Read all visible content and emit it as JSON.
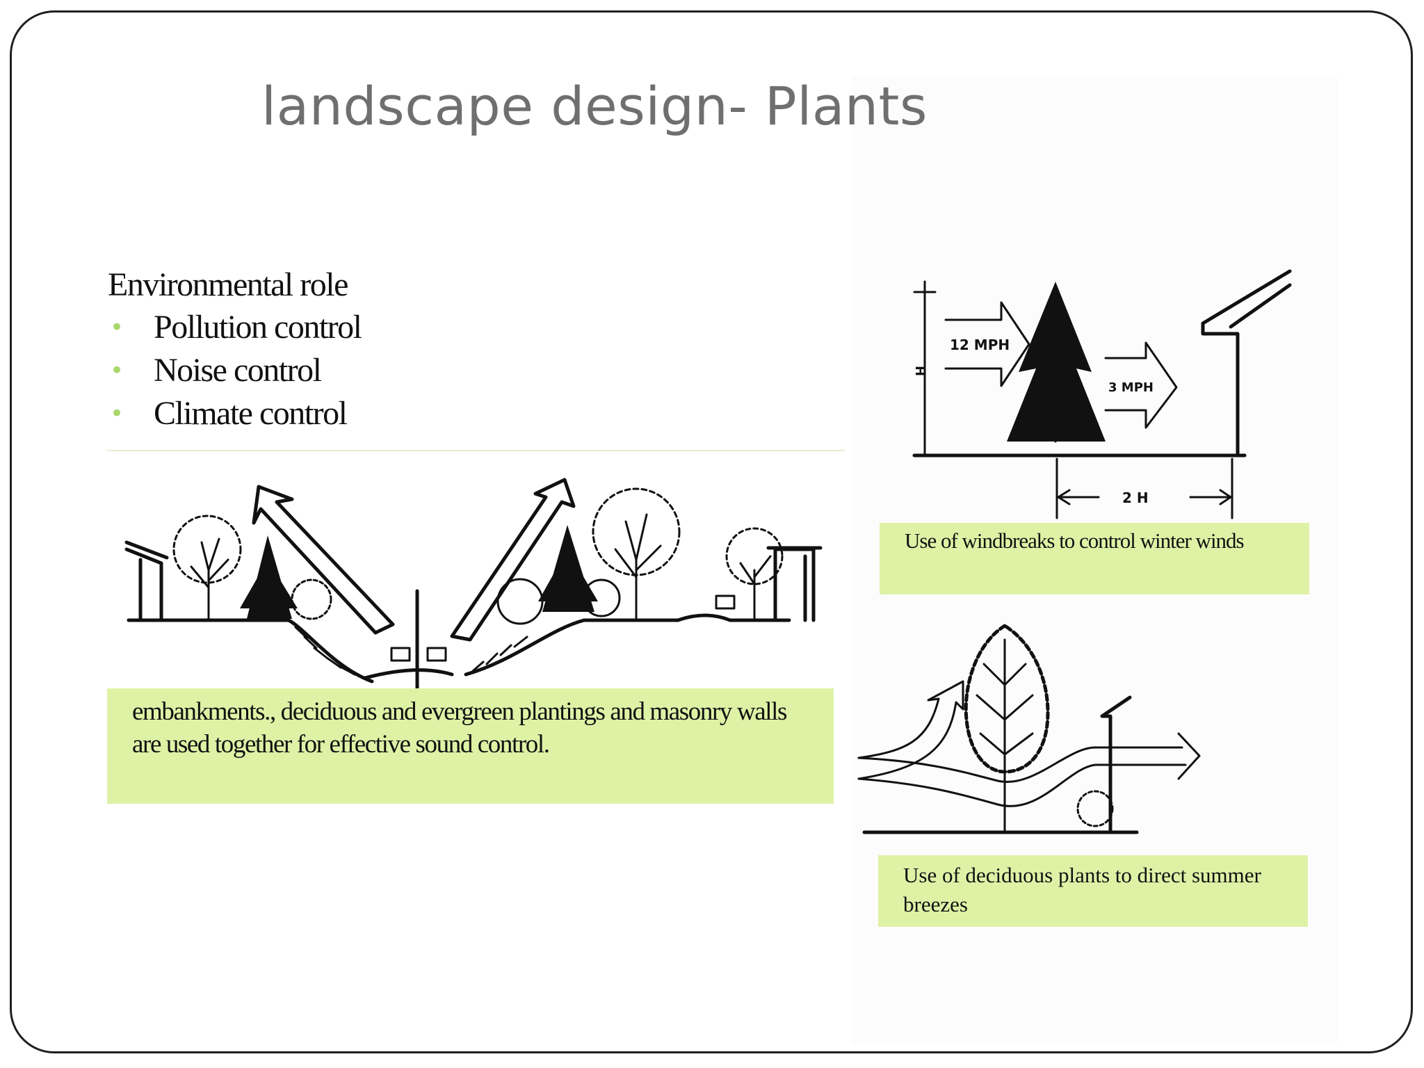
{
  "slide": {
    "title": "landscape design- Plants"
  },
  "environmental": {
    "heading": "Environmental role",
    "items": [
      {
        "label": "Pollution control"
      },
      {
        "label": "Noise control"
      },
      {
        "label": "Climate control"
      }
    ]
  },
  "captions": {
    "sound_control": "embankments., deciduous and evergreen plantings and masonry walls are used together for effective sound control.",
    "windbreaks": "Use of windbreaks to control winter winds",
    "summer_breezes": "Use of deciduous plants to direct summer breezes"
  },
  "windbreak_figure": {
    "upwind_speed": "12 MPH",
    "downwind_speed": "3 MPH",
    "height_label": "H",
    "distance_label": "2 H"
  },
  "colors": {
    "caption_bg": "#def2a6",
    "bullet": "#a8d86a",
    "title": "#6f6f6f"
  }
}
